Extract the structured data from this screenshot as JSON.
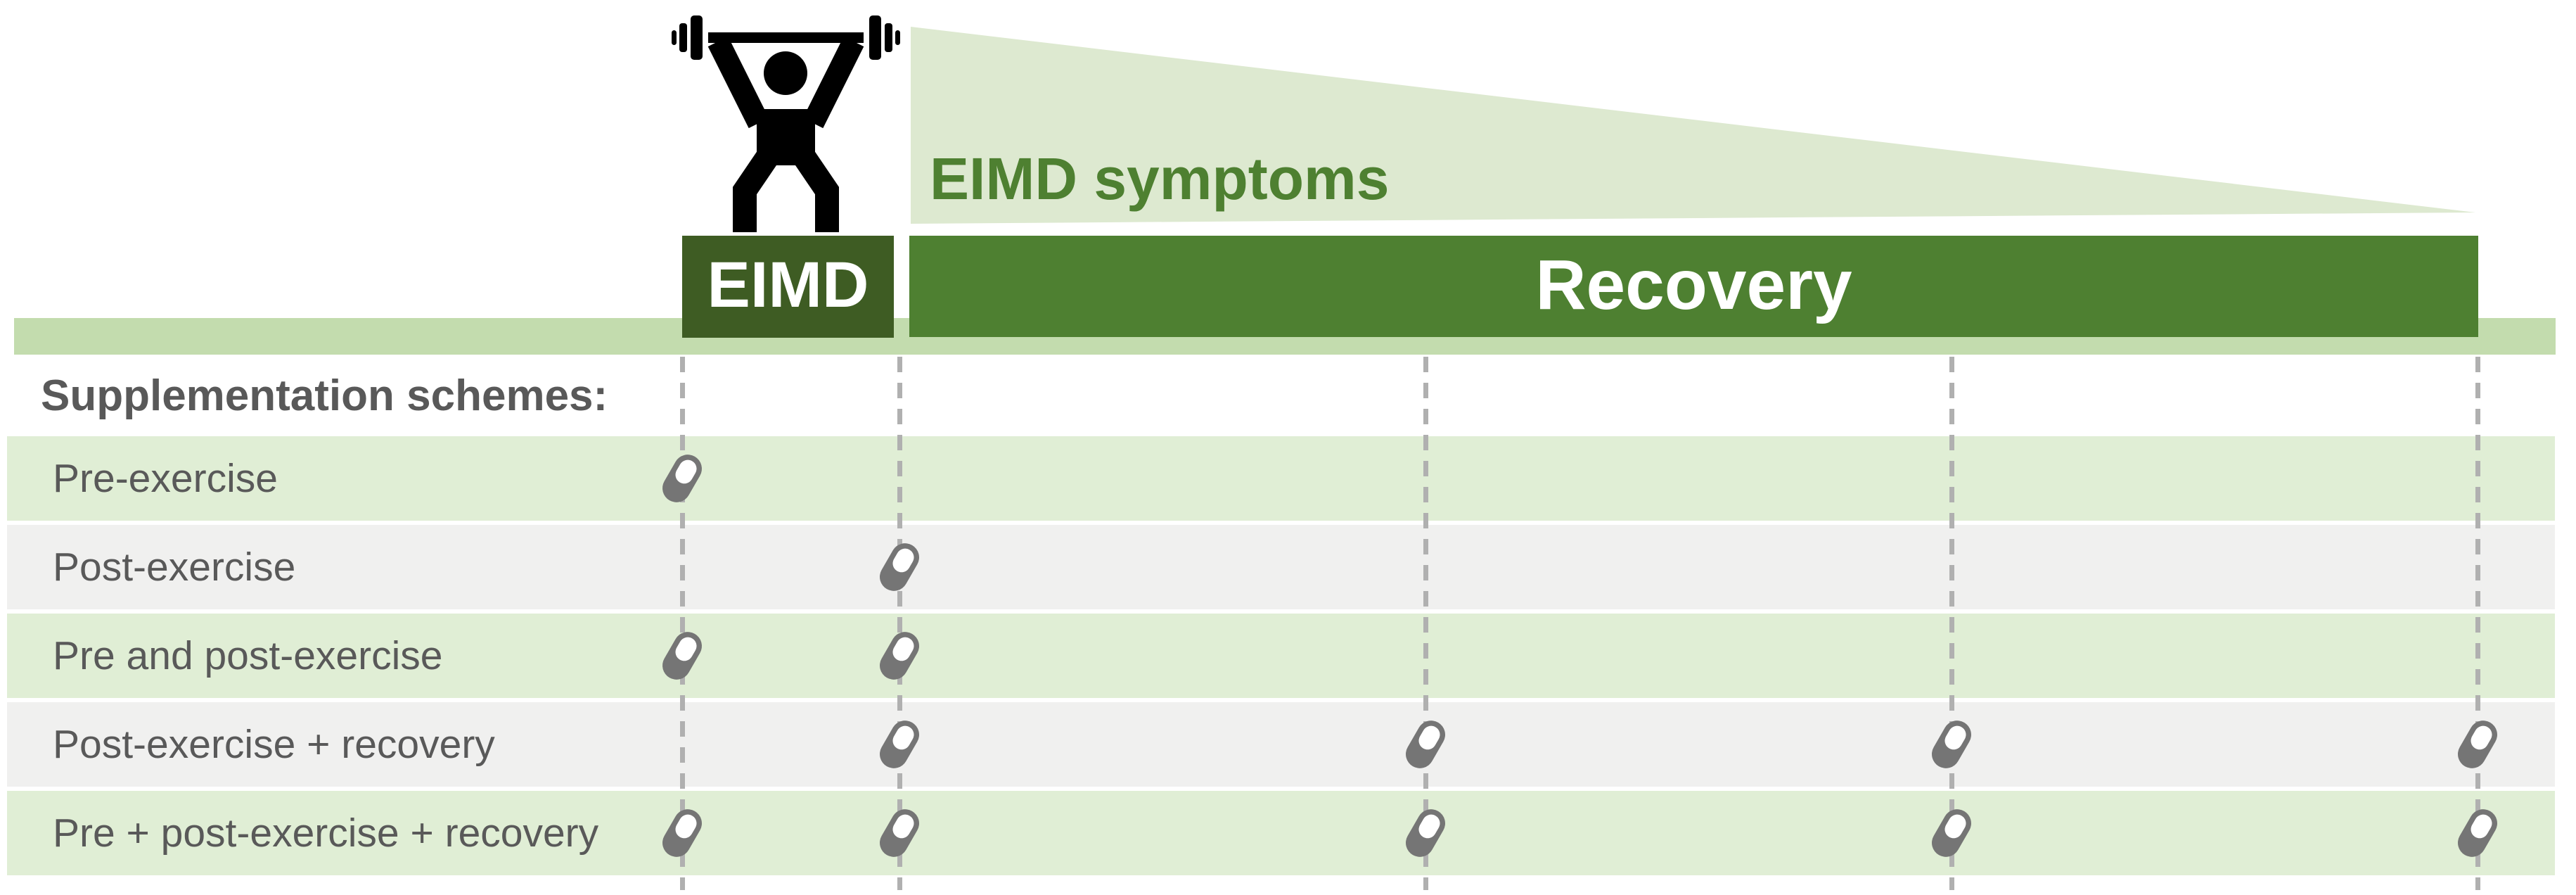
{
  "colors": {
    "dark_green": "#3e5c23",
    "medium_green": "#4e8031",
    "wedge_green": "#dde9d0",
    "band_green": "#c3dcae",
    "row_green": "#e0eed5",
    "row_gray": "#f0f0ef",
    "label_gray": "#595959",
    "pill_gray": "#757575",
    "dash_gray": "#b0b0b0",
    "icon_black": "#000000",
    "text_white": "#ffffff"
  },
  "header": {
    "eimd_label": "EIMD",
    "recovery_label": "Recovery",
    "symptoms_label": "EIMD symptoms"
  },
  "icons": {
    "weightlifter": "weightlifter-icon",
    "pill": "pill-capsule-icon"
  },
  "schemes": {
    "title": "Supplementation schemes:",
    "rows": [
      {
        "label": "Pre-exercise",
        "tone": "green",
        "pills": [
          1,
          0,
          0,
          0,
          0
        ]
      },
      {
        "label": "Post-exercise",
        "tone": "gray",
        "pills": [
          0,
          1,
          0,
          0,
          0
        ]
      },
      {
        "label": "Pre and post-exercise",
        "tone": "green",
        "pills": [
          1,
          1,
          0,
          0,
          0
        ]
      },
      {
        "label": "Post-exercise + recovery",
        "tone": "gray",
        "pills": [
          0,
          1,
          1,
          1,
          1
        ]
      },
      {
        "label": "Pre + post-exercise + recovery",
        "tone": "green",
        "pills": [
          1,
          1,
          1,
          1,
          1
        ]
      }
    ]
  },
  "timeline": {
    "columns_x": [
      970,
      1279,
      2027,
      2775,
      3523
    ]
  }
}
